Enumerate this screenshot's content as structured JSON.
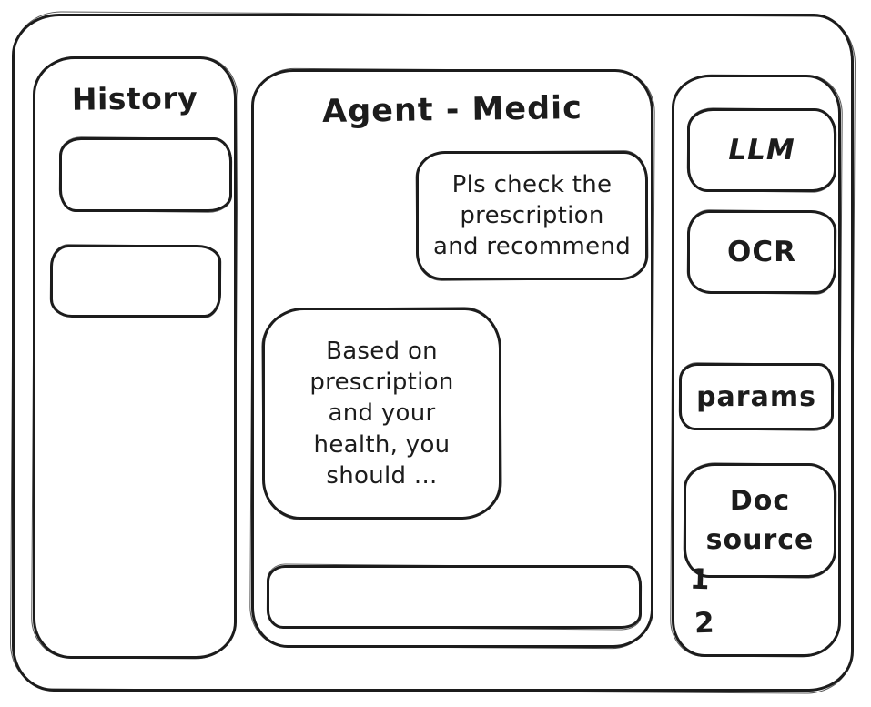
{
  "colors": {
    "stroke": "#1c1c1c",
    "background": "#ffffff"
  },
  "sidebar_left": {
    "title": "History",
    "items": [
      {
        "label": ""
      },
      {
        "label": ""
      }
    ]
  },
  "main": {
    "title": "Agent - Medic",
    "messages": [
      {
        "role": "user",
        "text": "Pls check the prescription and recommend",
        "lines": [
          "Pls check the",
          "prescription",
          "and recommend"
        ]
      },
      {
        "role": "assistant",
        "text": "Based on prescription and your health, you should ...",
        "lines": [
          "Based on",
          "prescription",
          "and your",
          "health, you",
          "should ..."
        ]
      }
    ],
    "input": {
      "value": "",
      "placeholder": ""
    }
  },
  "sidebar_right": {
    "buttons": [
      {
        "label": "LLM"
      },
      {
        "label": "OCR"
      },
      {
        "label": "params"
      },
      {
        "label": "Doc source"
      }
    ],
    "list_numbers": [
      "1",
      "2"
    ]
  }
}
